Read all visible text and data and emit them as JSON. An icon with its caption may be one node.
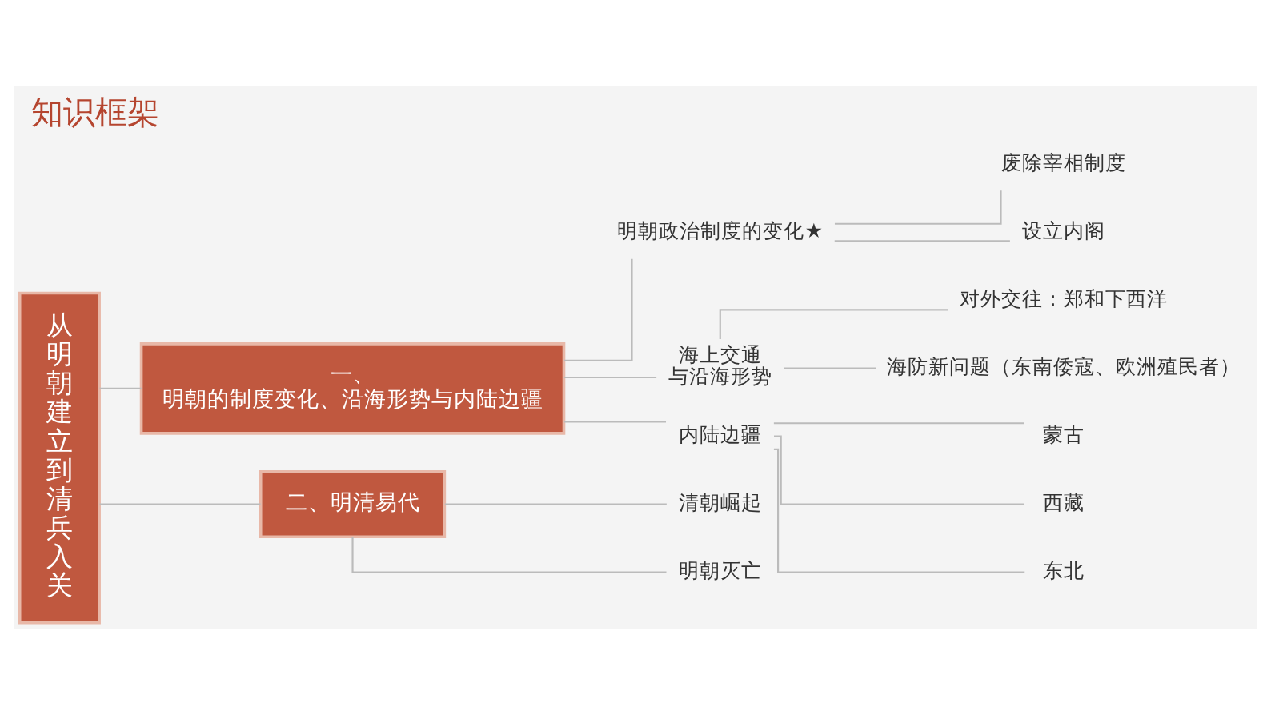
{
  "diagram": {
    "title": "知识框架",
    "nodes": [
      {
        "text": [
          "从明朝建立到清兵入关"
        ]
      },
      {
        "text": [
          "一、明朝的制度变化、沿海形势与内陆边疆"
        ]
      },
      {
        "text": [
          "二、明清易代"
        ]
      },
      {
        "text": [
          "明朝政治制度的变化★"
        ]
      },
      {
        "text": [
          "海上交通与沿海形势"
        ]
      },
      {
        "text": [
          "内陆边疆"
        ]
      },
      {
        "text": [
          "废除宰相制度"
        ]
      },
      {
        "text": [
          "设立内阁"
        ]
      },
      {
        "text": [
          "对外交往：郑和下西洋"
        ]
      },
      {
        "text": [
          "海防新问题（东南倭寇、欧洲殖民者）"
        ]
      },
      {
        "text": [
          "蒙古"
        ]
      },
      {
        "text": [
          "西藏"
        ]
      },
      {
        "text": [
          "东北"
        ]
      },
      {
        "text": [
          "清朝崛起"
        ]
      },
      {
        "text": [
          "明朝灭亡"
        ]
      }
    ],
    "edges": [
      {
        "from": 0,
        "to": 1,
        "arrow": "none"
      },
      {
        "from": 0,
        "to": 2,
        "arrow": "none"
      },
      {
        "from": 1,
        "to": 3,
        "arrow": "none"
      },
      {
        "from": 1,
        "to": 4,
        "arrow": "none"
      },
      {
        "from": 1,
        "to": 5,
        "arrow": "none"
      },
      {
        "from": 3,
        "to": 6,
        "arrow": "none"
      },
      {
        "from": 3,
        "to": 7,
        "arrow": "none"
      },
      {
        "from": 4,
        "to": 8,
        "arrow": "none"
      },
      {
        "from": 4,
        "to": 9,
        "arrow": "none"
      },
      {
        "from": 5,
        "to": 10,
        "arrow": "none"
      },
      {
        "from": 5,
        "to": 11,
        "arrow": "none"
      },
      {
        "from": 5,
        "to": 12,
        "arrow": "none"
      },
      {
        "from": 2,
        "to": 13,
        "arrow": "none"
      },
      {
        "from": 2,
        "to": 14,
        "arrow": "none"
      }
    ]
  }
}
